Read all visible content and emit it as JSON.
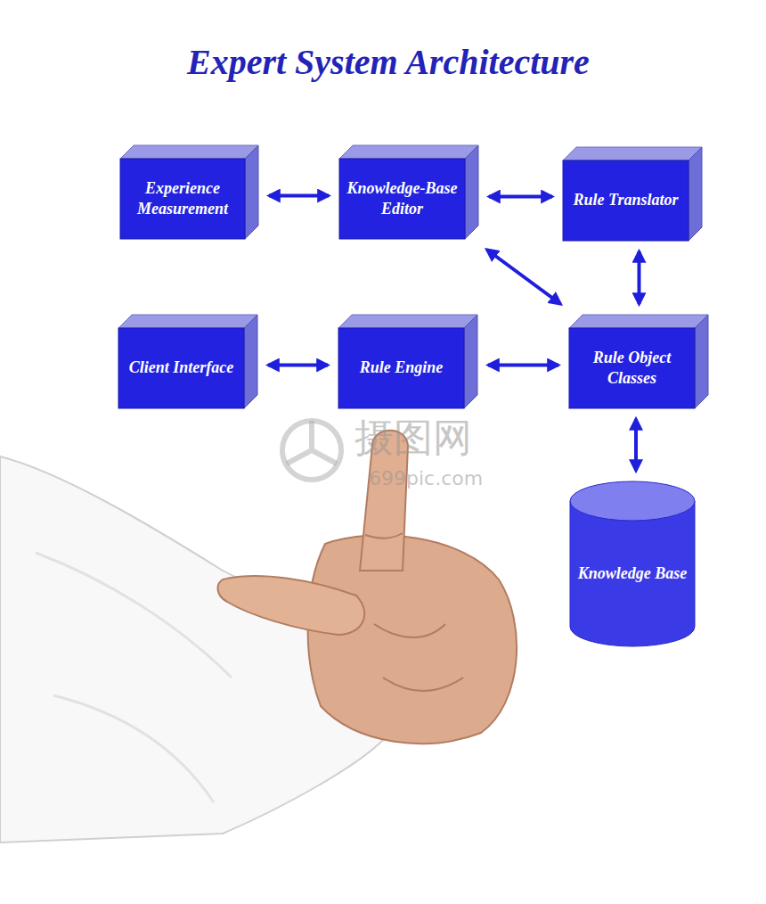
{
  "diagram": {
    "title": "Expert System Architecture",
    "nodes": [
      {
        "text": [
          "Experience Measurement"
        ]
      },
      {
        "text": [
          "Knowledge-Base Editor"
        ]
      },
      {
        "text": [
          "Rule Translator"
        ]
      },
      {
        "text": [
          "Client Interface"
        ]
      },
      {
        "text": [
          "Rule Engine"
        ]
      },
      {
        "text": [
          "Rule Object Classes"
        ]
      },
      {
        "text": [
          "Knowledge Base"
        ]
      }
    ],
    "edges": [
      {
        "from": 0,
        "to": 1,
        "arrow": "both"
      },
      {
        "from": 1,
        "to": 2,
        "arrow": "both"
      },
      {
        "from": 1,
        "to": 5,
        "arrow": "both"
      },
      {
        "from": 2,
        "to": 5,
        "arrow": "both"
      },
      {
        "from": 3,
        "to": 4,
        "arrow": "both"
      },
      {
        "from": 4,
        "to": 5,
        "arrow": "both"
      },
      {
        "from": 5,
        "to": 6,
        "arrow": "both"
      }
    ],
    "labels": [
      "摄图网",
      "699pic.com"
    ]
  }
}
